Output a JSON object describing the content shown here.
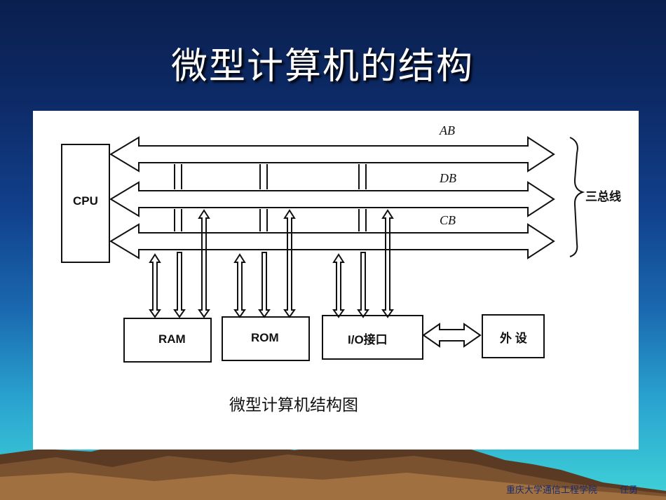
{
  "title": "微型计算机的结构",
  "diagram": {
    "cpu": "CPU",
    "buses": [
      "AB",
      "DB",
      "CB"
    ],
    "bus_group": "三总线",
    "modules": [
      "RAM",
      "ROM",
      "I/O接口"
    ],
    "peripheral": "外 设",
    "caption": "微型计算机结构图"
  },
  "footer": {
    "school": "重庆大学通信工程学院",
    "author": "任勇"
  },
  "colors": {
    "background_top": "#0a1f4e",
    "background_bottom": "#3fd3d8",
    "panel": "#ffffff",
    "title": "#ffffff"
  }
}
